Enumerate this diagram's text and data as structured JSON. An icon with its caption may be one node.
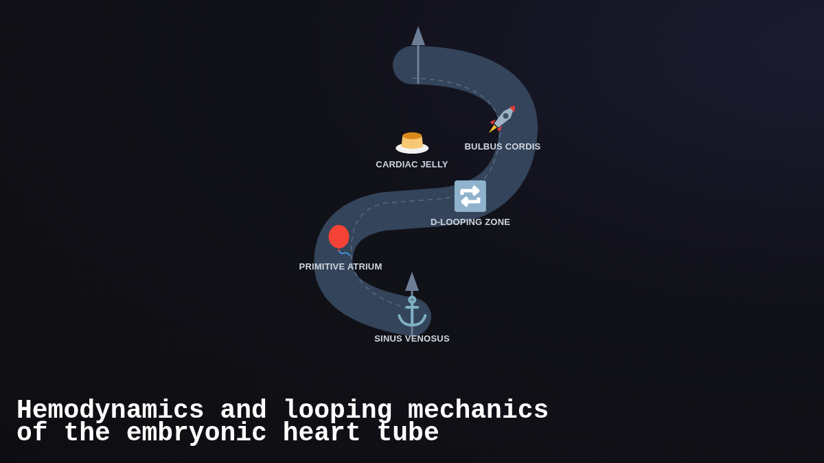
{
  "diagram": {
    "title": "Hemodynamics and looping mechanics of the embryonic heart tube",
    "nodes": [
      {
        "text": [
          "BULBUS CORDIS"
        ]
      },
      {
        "text": [
          "CARDIAC JELLY"
        ]
      },
      {
        "text": [
          "D-LOOPING ZONE"
        ]
      },
      {
        "text": [
          "PRIMITIVE ATRIUM"
        ]
      },
      {
        "text": [
          "SINUS VENOSUS"
        ]
      }
    ]
  }
}
